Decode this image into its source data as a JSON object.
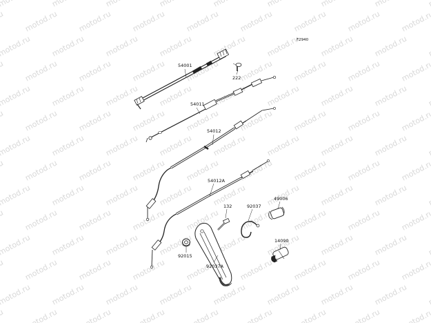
{
  "diagram": {
    "code": "F2940",
    "watermark": "motod.ru",
    "parts": [
      {
        "id": "p54001",
        "label": "54001"
      },
      {
        "id": "p222",
        "label": "222"
      },
      {
        "id": "p54011",
        "label": "54011"
      },
      {
        "id": "p54012",
        "label": "54012"
      },
      {
        "id": "p54012A",
        "label": "54012A"
      },
      {
        "id": "p132",
        "label": "132"
      },
      {
        "id": "p92037",
        "label": "92037"
      },
      {
        "id": "p49006",
        "label": "49006"
      },
      {
        "id": "p14090",
        "label": "14090"
      },
      {
        "id": "p92015",
        "label": "92015"
      },
      {
        "id": "p92037A",
        "label": "92037A"
      }
    ]
  }
}
